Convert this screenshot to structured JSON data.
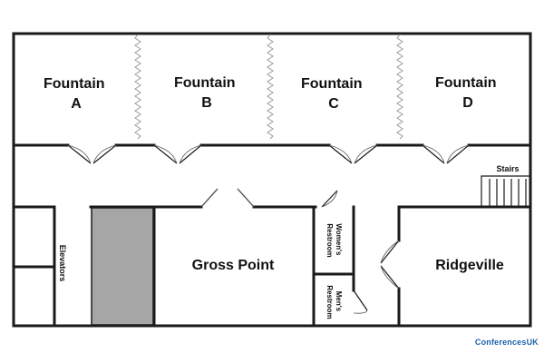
{
  "rooms": {
    "fountain_a": [
      "Fountain",
      "A"
    ],
    "fountain_b": [
      "Fountain",
      "B"
    ],
    "fountain_c": [
      "Fountain",
      "C"
    ],
    "fountain_d": [
      "Fountain",
      "D"
    ],
    "gross_point": "Gross Point",
    "ridgeville": "Ridgeville",
    "womens_restroom": [
      "Women's",
      "Restroom"
    ],
    "mens_restroom": [
      "Men's",
      "Restroom"
    ],
    "elevators": "Elevators",
    "stairs": "Stairs"
  },
  "logo": {
    "text": "ConferencesUK",
    "color": "#1d5fa8"
  },
  "colors": {
    "walls": "#1a1a1a",
    "core_block": "#a6a6a6",
    "partition": "#9a9a9a"
  }
}
